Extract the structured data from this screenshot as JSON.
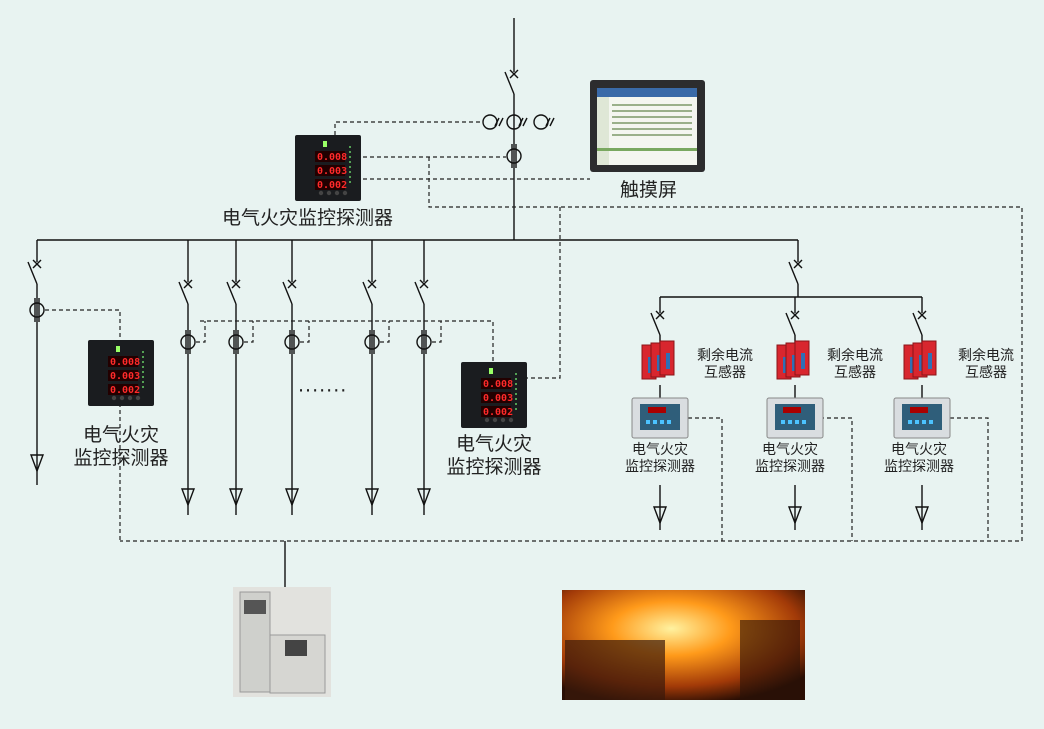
{
  "labels": {
    "detector": "电气火灾监控探测器",
    "detector_line1": "电气火灾",
    "detector_line2": "监控探测器",
    "touchscreen": "触摸屏",
    "rct_line1": "剩余电流",
    "rct_line2": "互感器",
    "ellipsis": "·······"
  },
  "meter_readings": [
    "0.008",
    "0.003",
    "0.002"
  ],
  "colors": {
    "background": "#e8f3f1",
    "line": "#111111",
    "meter_digits": "#ff2a2a",
    "rct_body": "#d8262e",
    "fire": "#ff9a1a"
  }
}
